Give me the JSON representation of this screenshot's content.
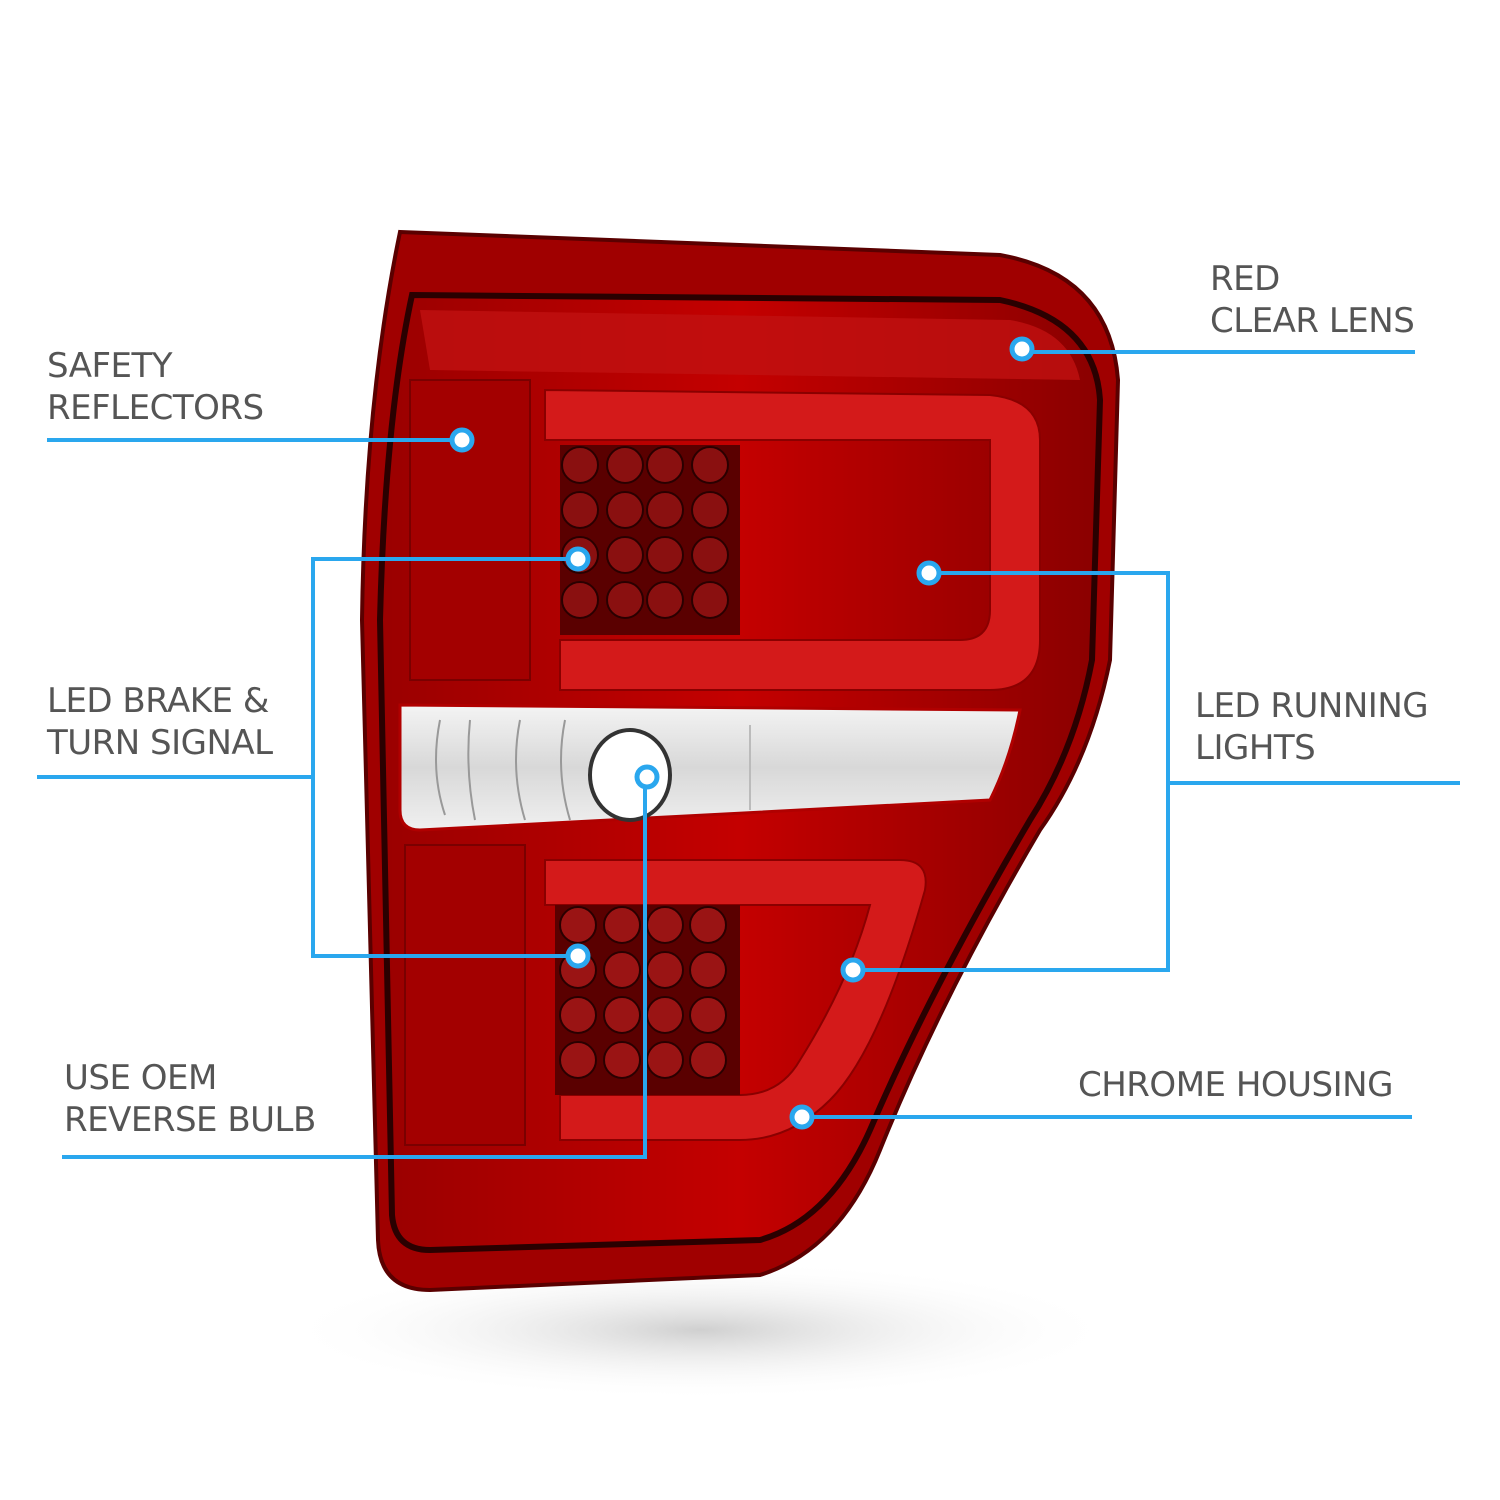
{
  "figure": {
    "subject": "LED tail light (red clear lens)",
    "accent_color": "#2AA7EE",
    "lens_color": "#B30000",
    "text_color": "#555555"
  },
  "callouts": [
    {
      "id": "safety-reflectors",
      "lines": [
        "SAFETY",
        "REFLECTORS"
      ],
      "side": "left"
    },
    {
      "id": "led-brake-turn",
      "lines": [
        "LED BRAKE &",
        "TURN SIGNAL"
      ],
      "side": "left"
    },
    {
      "id": "oem-reverse",
      "lines": [
        "USE OEM",
        "REVERSE BULB"
      ],
      "side": "left"
    },
    {
      "id": "red-clear-lens",
      "lines": [
        "RED",
        "CLEAR LENS"
      ],
      "side": "right"
    },
    {
      "id": "led-running",
      "lines": [
        "LED RUNNING",
        "LIGHTS"
      ],
      "side": "right"
    },
    {
      "id": "chrome-housing",
      "lines": [
        "CHROME HOUSING"
      ],
      "side": "right"
    }
  ]
}
